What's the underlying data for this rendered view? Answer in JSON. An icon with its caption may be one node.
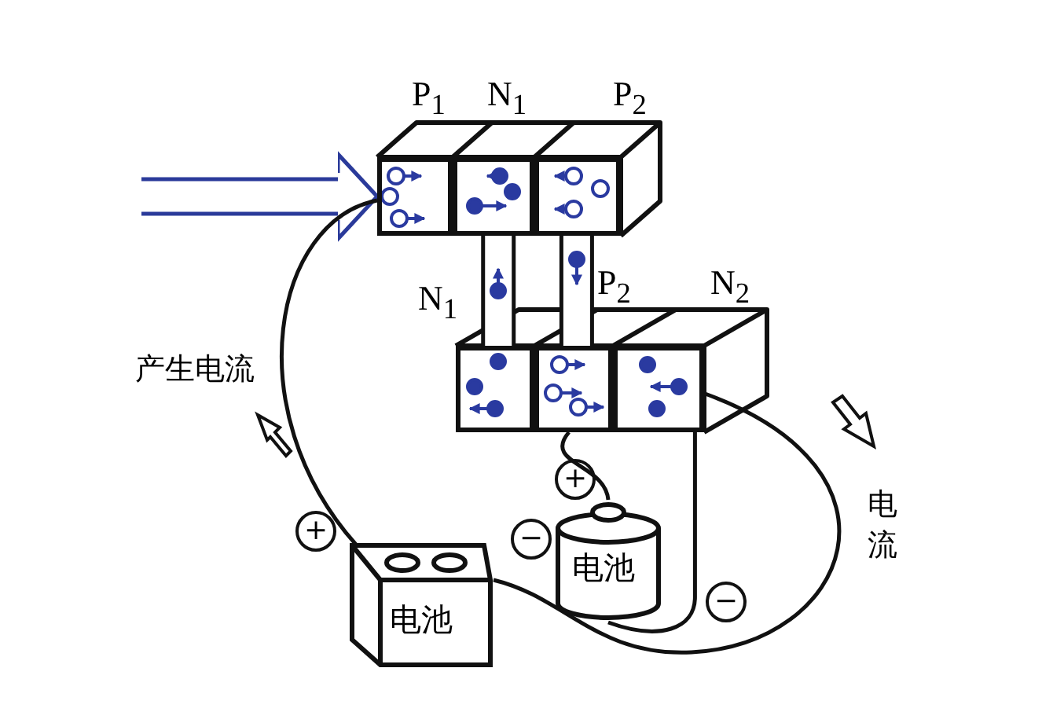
{
  "diagram": {
    "nodes": [
      {
        "text": [
          "P$_{1}$"
        ]
      },
      {
        "text": [
          "N$_{1}$"
        ]
      },
      {
        "text": [
          "P$_{2}$"
        ]
      },
      {
        "text": [
          "N$_{1}$"
        ]
      },
      {
        "text": [
          "P$_{2}$"
        ]
      },
      {
        "text": [
          "N$_{2}$"
        ]
      },
      {
        "text": [
          "电池"
        ]
      },
      {
        "text": [
          "电池"
        ]
      }
    ],
    "edges": [
      {
        "from": null,
        "to": 0,
        "arrow": "to",
        "color": "#2a3a9a"
      },
      {
        "from": 1,
        "to": 3,
        "arrow": "none",
        "style": "thick"
      },
      {
        "from": 2,
        "to": 4,
        "arrow": "none",
        "style": "thick"
      },
      {
        "from": 0,
        "to": 6,
        "arrow": "none"
      },
      {
        "from": 6,
        "to": 5,
        "arrow": "none"
      },
      {
        "from": 4,
        "to": 7,
        "arrow": "none"
      },
      {
        "from": 7,
        "to": 5,
        "arrow": "none"
      }
    ],
    "labels": [
      "产生电流",
      "+",
      "电流",
      "+",
      "−",
      "−"
    ]
  }
}
